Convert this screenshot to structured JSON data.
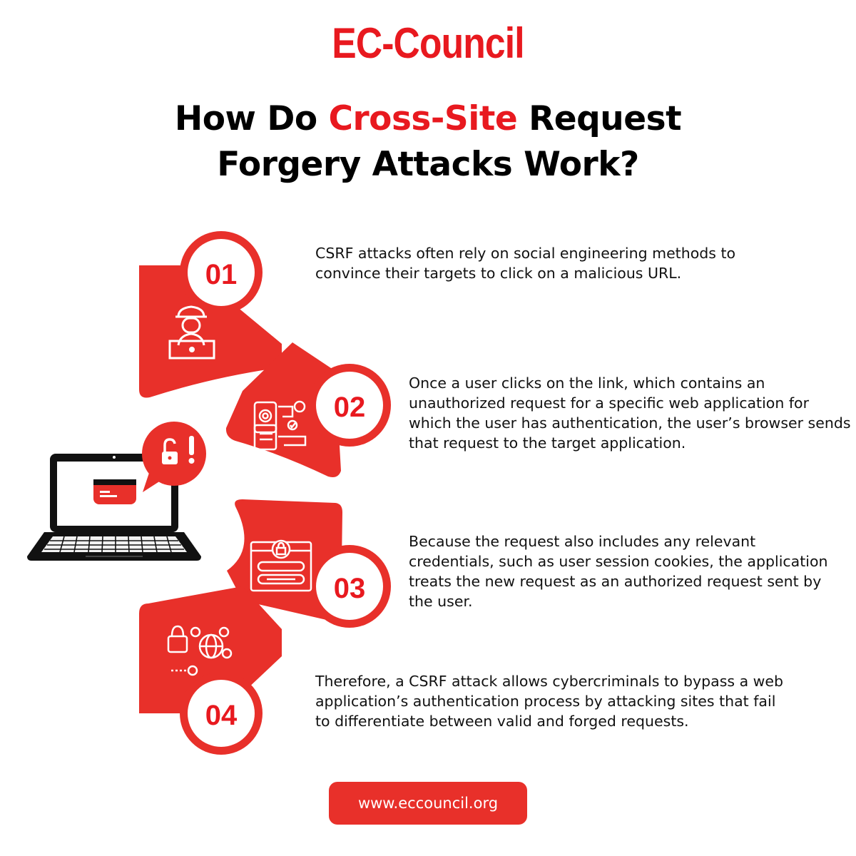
{
  "brand": {
    "name": "EC-Council",
    "color": "#e8191f"
  },
  "title": {
    "part1": "How Do ",
    "highlight": "Cross-Site",
    "part2": " Request",
    "line2": "Forgery Attacks Work?"
  },
  "steps": [
    {
      "number": "01",
      "icon": "hacker-laptop-icon",
      "text": "CSRF attacks often rely on social engineering methods to convince their targets to click on a malicious URL."
    },
    {
      "number": "02",
      "icon": "fingerprint-authentication-icon",
      "text": "Once a user clicks on the link, which contains an unauthorized request for a specific web application for which the user has authentication, the user’s browser sends that request to the target application."
    },
    {
      "number": "03",
      "icon": "locked-browser-window-icon",
      "text": "Because the request also includes any relevant credentials, such as user session cookies, the application treats the new request as an authorized request sent by the user."
    },
    {
      "number": "04",
      "icon": "padlock-globe-network-icon",
      "text": "Therefore, a CSRF attack allows cybercriminals to bypass a web application’s authentication process by attacking sites that fail to differentiate between valid and forged requests."
    }
  ],
  "illustration": {
    "icon": "laptop-alert-icon",
    "badge_icon": "unlocked-padlock-alert-icon"
  },
  "footer": {
    "url": "www.eccouncil.org"
  },
  "colors": {
    "accent": "#e8302a",
    "text": "#111111",
    "background": "#ffffff"
  }
}
